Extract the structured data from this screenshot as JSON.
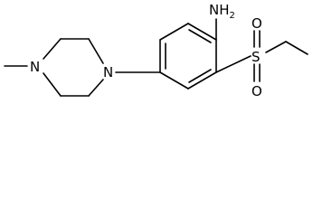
{
  "molecule": {
    "atoms": {
      "amine_n": {
        "symbol": "N",
        "subscript": "H",
        "count": "2"
      },
      "piperazine_n_methyl": {
        "symbol": "N"
      },
      "piperazine_n_aryl": {
        "symbol": "N"
      },
      "sulfur": {
        "symbol": "S"
      },
      "sulfonyl_o_upper": {
        "symbol": "O"
      },
      "sulfonyl_o_lower": {
        "symbol": "O"
      }
    }
  }
}
